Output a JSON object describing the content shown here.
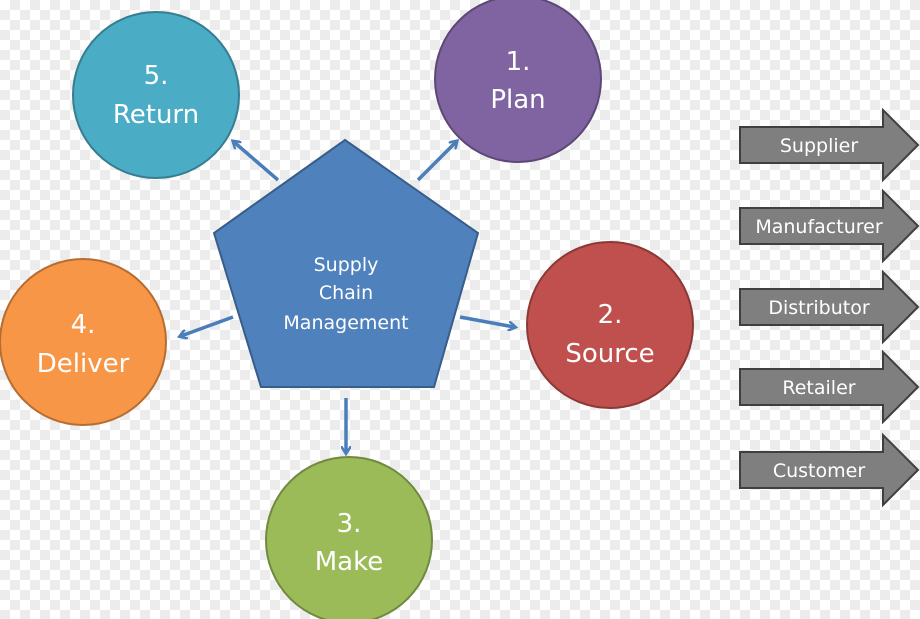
{
  "center": {
    "line1": "Supply",
    "line2": "Chain",
    "line3": "Management",
    "color": "#4f81bd"
  },
  "steps": {
    "plan": {
      "number": "1.",
      "label": "Plan",
      "color": "#8064a2"
    },
    "source": {
      "number": "2.",
      "label": "Source",
      "color": "#c0504d"
    },
    "make": {
      "number": "3.",
      "label": "Make",
      "color": "#9bbb59"
    },
    "deliver": {
      "number": "4.",
      "label": "Deliver",
      "color": "#f79646"
    },
    "return": {
      "number": "5.",
      "label": "Return",
      "color": "#4bacc6"
    }
  },
  "chain": {
    "items": [
      "Supplier",
      "Manufacturer",
      "Distributor",
      "Retailer",
      "Customer"
    ],
    "color": "#7f7f7f"
  }
}
